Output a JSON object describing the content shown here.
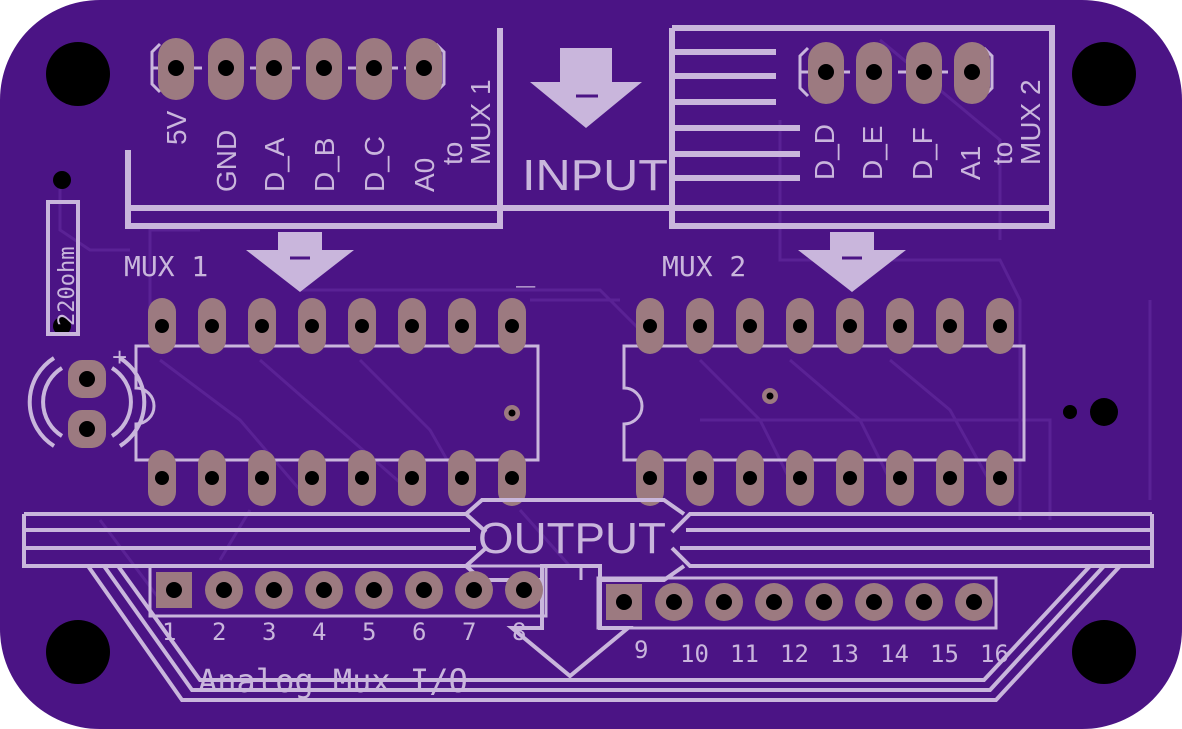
{
  "colors": {
    "board": "#4b1485",
    "trace": "#5a2295",
    "silkscreen": "#c9b6dc",
    "copper_pad": "#9c7a80",
    "hole": "#000000",
    "background": "#ffffff"
  },
  "silkscreen": {
    "input_label": "INPUT",
    "output_label": "OUTPUT",
    "mux1_label": "MUX 1",
    "mux2_label": "MUX 2",
    "title": "Analog Mux I/O",
    "resistor_label": "220ohm",
    "plus_sign": "+",
    "underscore": "_"
  },
  "header1": {
    "pins": [
      "5V",
      "GND",
      "D_A",
      "D_B",
      "D_C",
      "A0"
    ],
    "mux_line1": "to",
    "mux_line2": "MUX 1"
  },
  "header2": {
    "pins": [
      "D_D",
      "D_E",
      "D_F",
      "A1"
    ],
    "mux_line1": "to",
    "mux_line2": "MUX 2"
  },
  "output_pins": {
    "left": [
      "1",
      "2",
      "3",
      "4",
      "5",
      "6",
      "7",
      "8"
    ],
    "right": [
      "9",
      "10",
      "11",
      "12",
      "13",
      "14",
      "15",
      "16"
    ]
  },
  "icons": {
    "input_arrow": "down-arrow-icon",
    "mux_arrows": "down-arrow-icon",
    "output_arrow": "down-arrow-icon",
    "mounting_holes": "mounting-hole-icon"
  }
}
